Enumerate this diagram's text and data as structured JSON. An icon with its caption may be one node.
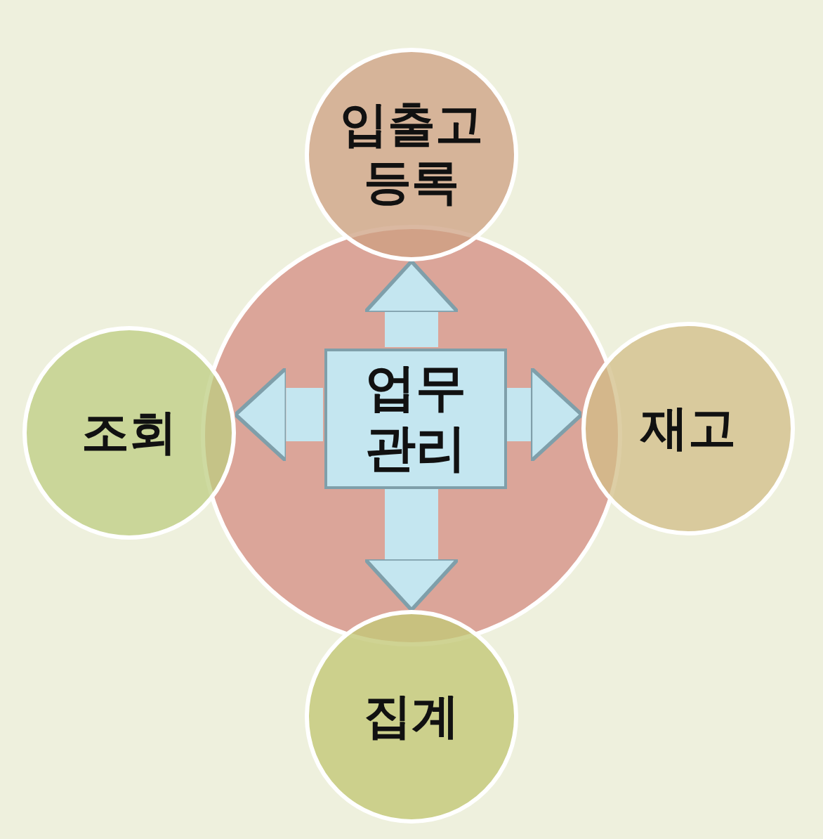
{
  "diagram": {
    "nodes": [
      {
        "text": [
          "업무 관리"
        ]
      },
      {
        "text": [
          "입출고 등록"
        ]
      },
      {
        "text": [
          "조회"
        ]
      },
      {
        "text": [
          "재고"
        ]
      },
      {
        "text": [
          "집계"
        ]
      }
    ],
    "edges": [
      {
        "from": 0,
        "to": 1,
        "arrow": "to"
      },
      {
        "from": 0,
        "to": 2,
        "arrow": "to"
      },
      {
        "from": 0,
        "to": 3,
        "arrow": "to"
      },
      {
        "from": 0,
        "to": 4,
        "arrow": "to"
      }
    ]
  }
}
